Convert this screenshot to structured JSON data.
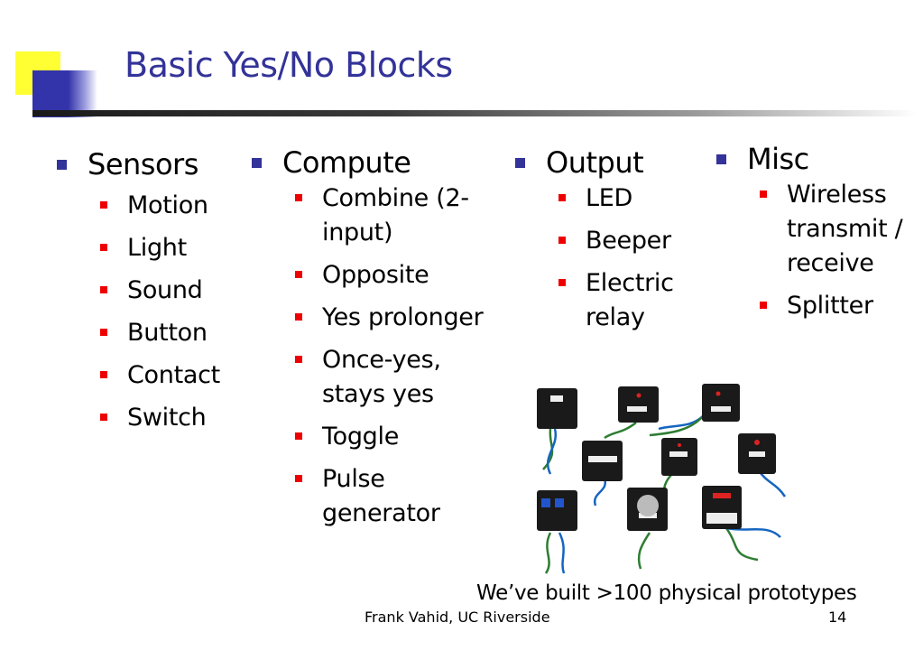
{
  "slide": {
    "title": "Basic Yes/No Blocks",
    "colors": {
      "title": "#333399",
      "level1_bullet": "#333399",
      "level2_bullet": "#ee0000",
      "accent_yellow": "#ffff33"
    },
    "columns": [
      {
        "heading": "Sensors",
        "items": [
          "Motion",
          "Light",
          "Sound",
          "Button",
          "Contact",
          "Switch"
        ]
      },
      {
        "heading": "Compute",
        "items": [
          "Combine (2-input)",
          "Opposite",
          "Yes prolonger",
          "Once-yes, stays yes",
          "Toggle",
          "Pulse generator"
        ]
      },
      {
        "heading": "Output",
        "items": [
          "LED",
          "Beeper",
          "Electric relay"
        ]
      },
      {
        "heading": "Misc",
        "items": [
          "Wireless transmit / receive",
          "Splitter"
        ]
      }
    ],
    "photo_caption": "We’ve built >100 physical prototypes",
    "footer": {
      "author": "Frank Vahid, UC Riverside",
      "page": "14"
    }
  }
}
